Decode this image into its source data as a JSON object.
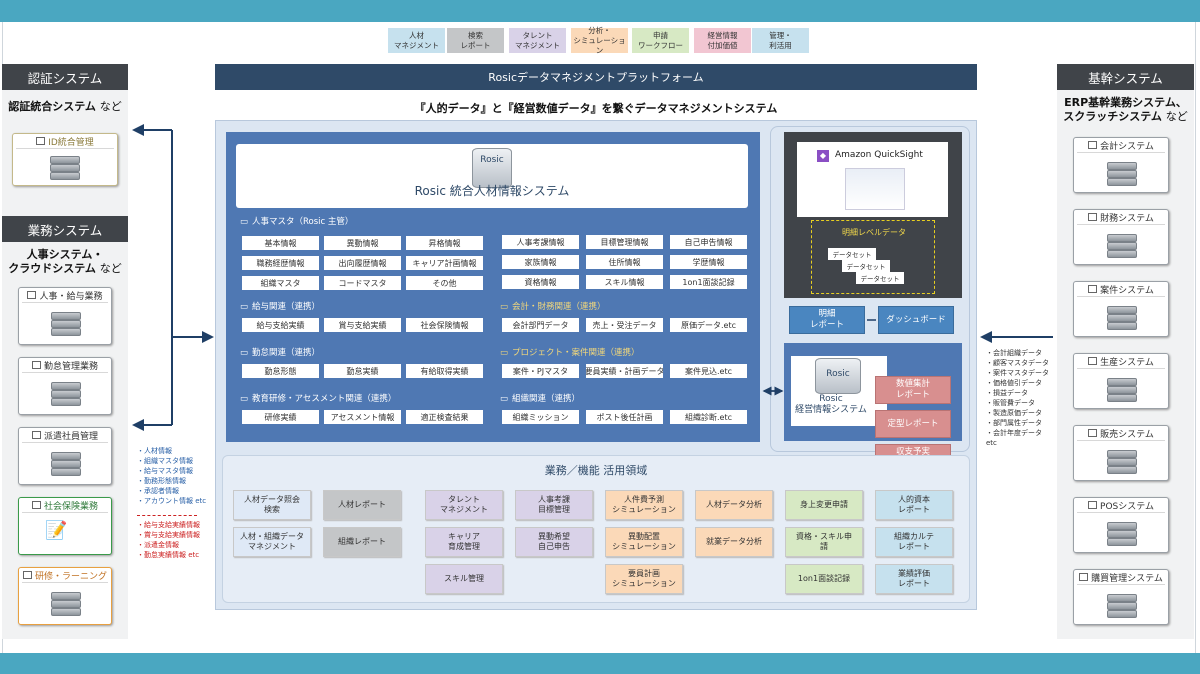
{
  "legend": [
    {
      "label": "人材\nマネジメント",
      "color": "#c6e1ee"
    },
    {
      "label": "検索\nレポート",
      "color": "#c4c6c8"
    },
    {
      "label": "タレント\nマネジメント",
      "color": "#d9d2e8"
    },
    {
      "label": "分析・\nシミュレーション",
      "color": "#fbd9b8"
    },
    {
      "label": "申請\nワークフロー",
      "color": "#d7e9c4"
    },
    {
      "label": "経営情報\n付加価値",
      "color": "#f2c6d2"
    },
    {
      "label": "管理・\n利活用",
      "color": "#c6e1ee"
    }
  ],
  "left": {
    "auth_title": "認証システム",
    "auth_sub": "認証統合システム",
    "nado": "など",
    "auth_items": [
      "ID統合管理"
    ],
    "biz_title": "業務システム",
    "biz_sub": "人事システム・\nクラウドシステム",
    "biz_items": [
      "人事・給与業務",
      "勤怠管理業務",
      "派遣社員管理",
      "社会保険業務",
      "研修・ラーニング"
    ]
  },
  "notes_blue": "・人材情報\n・組織マスタ情報\n・給与マスタ情報\n・勤務形態情報\n・承認者情報\n・アカウント情報 etc",
  "notes_red": "・給与支給実績情報\n・賞与支給実績情報\n・派遣金情報\n・勤怠実績情報 etc",
  "platform_title": "Rosicデータマネジメントプラットフォーム",
  "platform_subtitle": "『人的データ』と『経営数値データ』を繋ぐデータマネジメントシステム",
  "hr_system": {
    "db_label": "Rosic",
    "name": "Rosic 統合人材情報システム"
  },
  "sections": [
    {
      "title": "人事マスタ（Rosic 主管）",
      "items": [
        "基本情報",
        "異動情報",
        "昇格情報",
        "職務経歴情報",
        "出向履歴情報",
        "キャリア計画情報",
        "組織マスタ",
        "コードマスタ",
        "その他"
      ],
      "right": [
        "人事考課情報",
        "目標管理情報",
        "自己申告情報",
        "家族情報",
        "住所情報",
        "学歴情報",
        "資格情報",
        "スキル情報",
        "1on1面談記録"
      ]
    },
    {
      "title": "給与関連（連携）",
      "items": [
        "給与支給実績",
        "賞与支給実績",
        "社会保険情報"
      ]
    },
    {
      "title": "会計・財務関連（連携）",
      "items": [
        "会計部門データ",
        "売上・受注データ",
        "原価データ.etc"
      ]
    },
    {
      "title": "勤怠関連（連携）",
      "items": [
        "勤怠形態",
        "勤怠実績",
        "有給取得実績"
      ]
    },
    {
      "title": "プロジェクト・案件関連（連携）",
      "items": [
        "案件・PJマスタ",
        "要員実績・計画データ",
        "案件見込.etc"
      ]
    },
    {
      "title": "教育研修・アセスメント関連（連携）",
      "items": [
        "研修実績",
        "アセスメント情報",
        "適正検査結果"
      ]
    },
    {
      "title": "組織関連（連携）",
      "items": [
        "組織ミッション",
        "ポスト後任計画",
        "組織診断.etc"
      ]
    }
  ],
  "quicksight": {
    "name": "Amazon QuickSight",
    "detail_title": "明細レベルデータ",
    "datasets": [
      "データセット",
      "データセット",
      "データセット"
    ]
  },
  "buttons": {
    "detail_report": "明細\nレポート",
    "dashboard": "ダッシュボード"
  },
  "mgmt": {
    "db_label": "Rosic",
    "name": "Rosic\n経営情報システム",
    "reports": [
      "数値集計\nレポート",
      "定型レポート",
      "収支予実\nレポート"
    ]
  },
  "biz_area": {
    "title": "業務／機能 活用領域",
    "items": [
      {
        "label": "人材データ照会\n検索",
        "g": "g1"
      },
      {
        "label": "人材・組織データ\nマネジメント",
        "g": "g1"
      },
      {
        "label": "人材レポート",
        "g": "g2"
      },
      {
        "label": "組織レポート",
        "g": "g2"
      },
      {
        "label": "タレント\nマネジメント",
        "g": "g3"
      },
      {
        "label": "キャリア\n育成管理",
        "g": "g3"
      },
      {
        "label": "スキル管理",
        "g": "g3"
      },
      {
        "label": "人事考課\n目標管理",
        "g": "g3"
      },
      {
        "label": "異動希望\n自己申告",
        "g": "g3"
      },
      {
        "label": "人件費予測\nシミュレーション",
        "g": "g4"
      },
      {
        "label": "異動配置\nシミュレーション",
        "g": "g4"
      },
      {
        "label": "要員計画\nシミュレーション",
        "g": "g4"
      },
      {
        "label": "人材データ分析",
        "g": "g4"
      },
      {
        "label": "就業データ分析",
        "g": "g4"
      },
      {
        "label": "身上変更申請",
        "g": "g5"
      },
      {
        "label": "資格・スキル申\n請",
        "g": "g5"
      },
      {
        "label": "1on1面談記録",
        "g": "g5"
      },
      {
        "label": "人的資本\nレポート",
        "g": "g6"
      },
      {
        "label": "組織カルテ\nレポート",
        "g": "g6"
      },
      {
        "label": "業績評価\nレポート",
        "g": "g6"
      }
    ]
  },
  "right": {
    "title": "基幹システム",
    "sub": "ERP基幹業務システム、\nスクラッチシステム",
    "items": [
      "会計システム",
      "財務システム",
      "案件システム",
      "生産システム",
      "販売システム",
      "POSシステム",
      "購買管理システム"
    ]
  },
  "notes_right": "・会計組織データ\n・顧客マスタデータ\n・案件マスタデータ\n・価格値引データ\n・損益データ\n・販管費データ\n・製造原価データ\n・部門属性データ\n・会計年度データ\netc",
  "colors": {
    "navy": "#2f4a68",
    "blue": "#4f78b3",
    "arrow": "#1f3f66"
  }
}
